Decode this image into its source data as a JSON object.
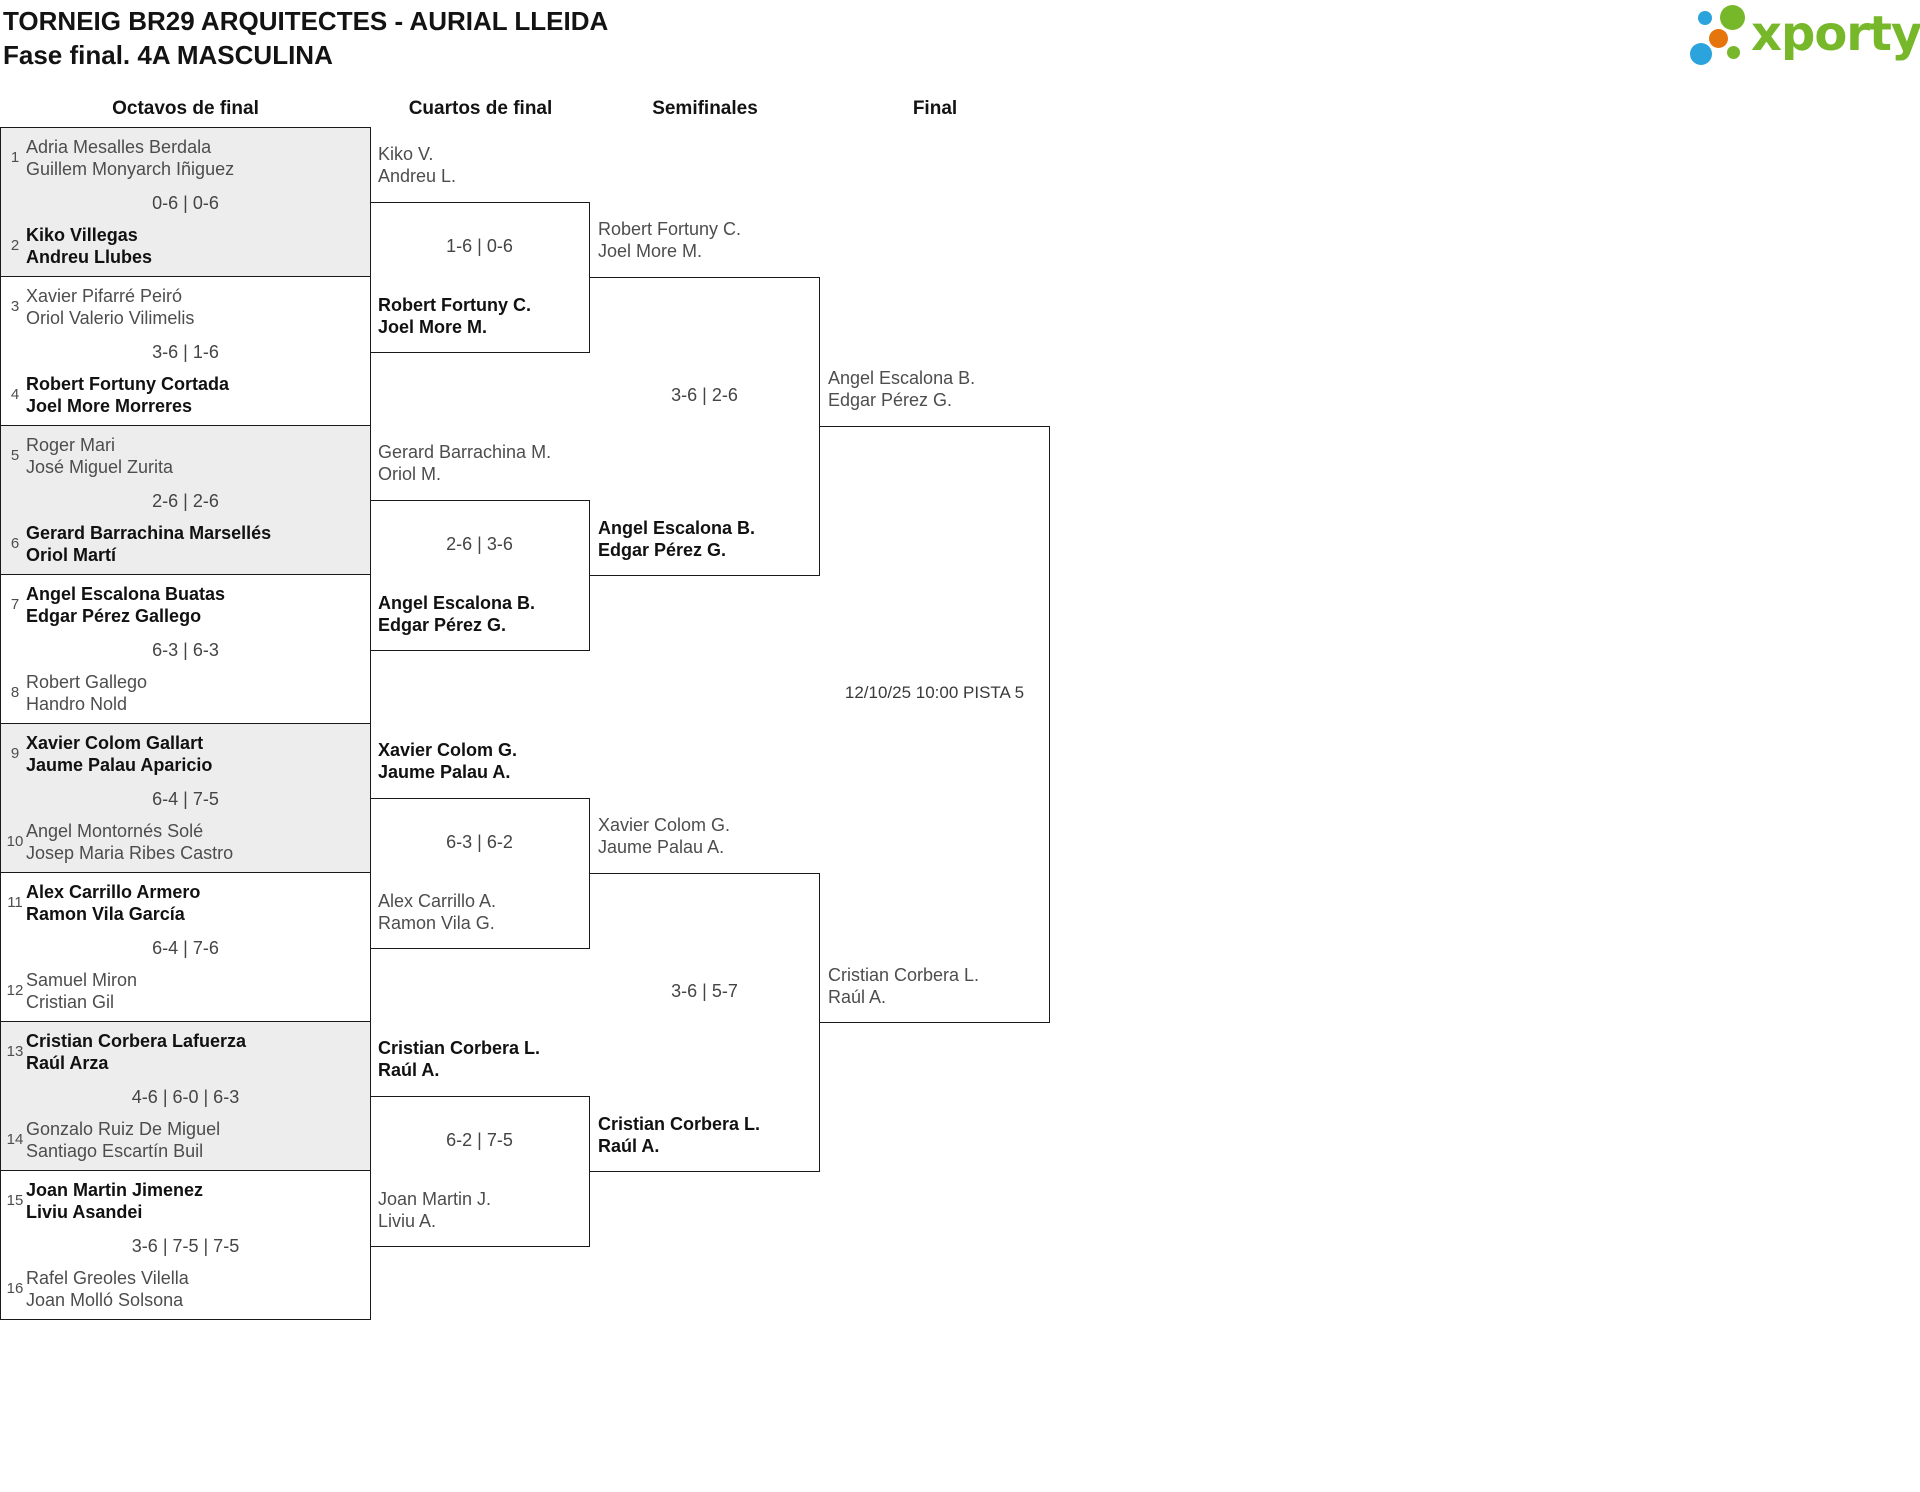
{
  "header": {
    "title_line1": "TORNEIG BR29 ARQUITECTES - AURIAL LLEIDA",
    "title_line2": "Fase final. 4A MASCULINA",
    "logo_text": "xporty"
  },
  "columns": {
    "octavos": "Octavos de final",
    "cuartos": "Cuartos de final",
    "semifinales": "Semifinales",
    "final": "Final"
  },
  "colors": {
    "brand_green": "#76b82a",
    "brand_blue": "#2ba3dc",
    "brand_orange": "#e5760e",
    "box_alt_bg": "#ededed",
    "line": "#1a1a1a"
  },
  "bracket": {
    "r16": [
      {
        "seed1": "1",
        "team1": [
          "Adria Mesalles Berdala",
          "Guillem Monyarch Iñiguez"
        ],
        "bold1": false,
        "score": "0-6 | 0-6",
        "seed2": "2",
        "team2": [
          "Kiko Villegas",
          "Andreu Llubes"
        ],
        "bold2": true
      },
      {
        "seed1": "3",
        "team1": [
          "Xavier Pifarré Peiró",
          "Oriol Valerio Vilimelis"
        ],
        "bold1": false,
        "score": "3-6 | 1-6",
        "seed2": "4",
        "team2": [
          "Robert Fortuny Cortada",
          "Joel More Morreres"
        ],
        "bold2": true
      },
      {
        "seed1": "5",
        "team1": [
          "Roger Mari",
          "José Miguel Zurita"
        ],
        "bold1": false,
        "score": "2-6 | 2-6",
        "seed2": "6",
        "team2": [
          "Gerard Barrachina Marsellés",
          "Oriol Martí"
        ],
        "bold2": true
      },
      {
        "seed1": "7",
        "team1": [
          "Angel Escalona Buatas",
          "Edgar Pérez Gallego"
        ],
        "bold1": true,
        "score": "6-3 | 6-3",
        "seed2": "8",
        "team2": [
          "Robert Gallego",
          "Handro Nold"
        ],
        "bold2": false
      },
      {
        "seed1": "9",
        "team1": [
          "Xavier Colom Gallart",
          "Jaume Palau Aparicio"
        ],
        "bold1": true,
        "score": "6-4 | 7-5",
        "seed2": "10",
        "team2": [
          "Angel Montornés Solé",
          "Josep Maria Ribes Castro"
        ],
        "bold2": false
      },
      {
        "seed1": "11",
        "team1": [
          "Alex Carrillo Armero",
          "Ramon Vila García"
        ],
        "bold1": true,
        "score": "6-4 | 7-6",
        "seed2": "12",
        "team2": [
          "Samuel Miron",
          "Cristian Gil"
        ],
        "bold2": false
      },
      {
        "seed1": "13",
        "team1": [
          "Cristian Corbera Lafuerza",
          "Raúl Arza"
        ],
        "bold1": true,
        "score": "4-6 | 6-0 | 6-3",
        "seed2": "14",
        "team2": [
          "Gonzalo Ruiz De Miguel",
          "Santiago Escartín Buil"
        ],
        "bold2": false
      },
      {
        "seed1": "15",
        "team1": [
          "Joan Martin Jimenez",
          "Liviu Asandei"
        ],
        "bold1": true,
        "score": "3-6 | 7-5 | 7-5",
        "seed2": "16",
        "team2": [
          "Rafel Greoles Vilella",
          "Joan Molló Solsona"
        ],
        "bold2": false
      }
    ],
    "qf": [
      {
        "team1": [
          "Kiko V.",
          "Andreu L."
        ],
        "bold1": false,
        "score": "1-6 | 0-6",
        "team2": [
          "Robert Fortuny C.",
          "Joel More M."
        ],
        "bold2": true
      },
      {
        "team1": [
          "Gerard Barrachina M.",
          "Oriol M."
        ],
        "bold1": false,
        "score": "2-6 | 3-6",
        "team2": [
          "Angel Escalona B.",
          "Edgar Pérez G."
        ],
        "bold2": true
      },
      {
        "team1": [
          "Xavier Colom G.",
          "Jaume Palau A."
        ],
        "bold1": true,
        "score": "6-3 | 6-2",
        "team2": [
          "Alex Carrillo A.",
          "Ramon Vila G."
        ],
        "bold2": false
      },
      {
        "team1": [
          "Cristian Corbera L.",
          "Raúl A."
        ],
        "bold1": true,
        "score": "6-2 | 7-5",
        "team2": [
          "Joan Martin J.",
          "Liviu A."
        ],
        "bold2": false
      }
    ],
    "sf": [
      {
        "team1": [
          "Robert Fortuny C.",
          "Joel More M."
        ],
        "bold1": false,
        "score": "3-6 | 2-6",
        "team2": [
          "Angel Escalona B.",
          "Edgar Pérez G."
        ],
        "bold2": true
      },
      {
        "team1": [
          "Xavier Colom G.",
          "Jaume Palau A."
        ],
        "bold1": false,
        "score": "3-6 | 5-7",
        "team2": [
          "Cristian Corbera L.",
          "Raúl A."
        ],
        "bold2": true
      }
    ],
    "final": {
      "team1": [
        "Angel Escalona B.",
        "Edgar Pérez G."
      ],
      "bold1": false,
      "schedule": "12/10/25 10:00 PISTA 5",
      "team2": [
        "Cristian Corbera L.",
        "Raúl A."
      ],
      "bold2": false
    }
  }
}
